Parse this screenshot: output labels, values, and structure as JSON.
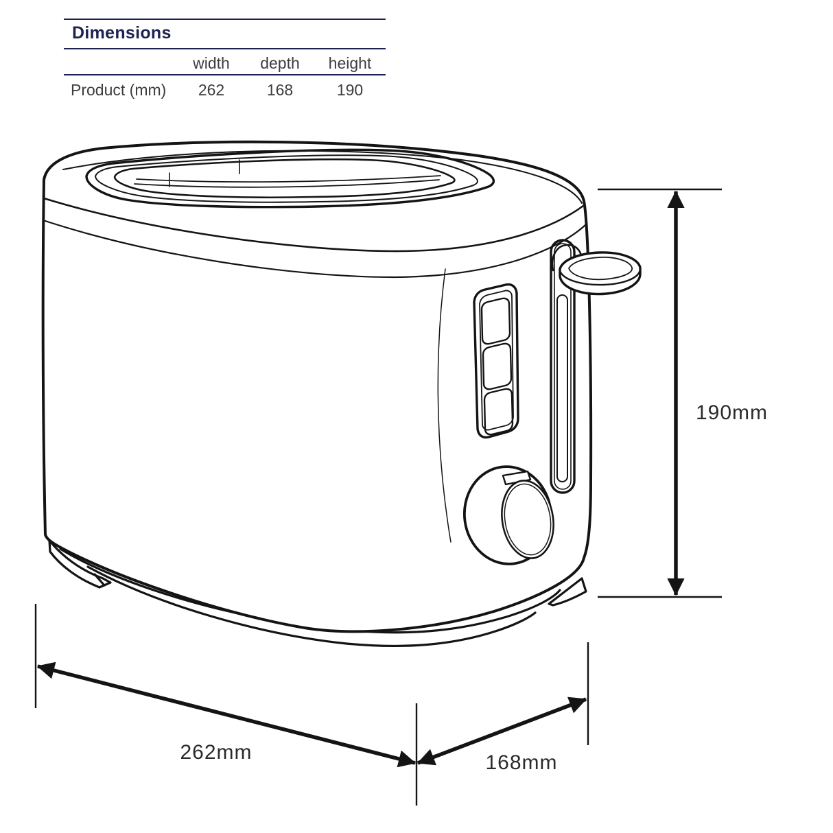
{
  "meta": {
    "description": "Product dimensions page: line drawing of a two-slice toaster with dimension arrows and a specification table"
  },
  "colors": {
    "accent_navy": "#1c2251",
    "ink": "#141414",
    "body_text": "#3d3d3d",
    "background": "#ffffff"
  },
  "dimensions_table": {
    "title": "Dimensions",
    "columns": [
      "width",
      "depth",
      "height"
    ],
    "row_label": "Product (mm)",
    "values": {
      "width": "262",
      "depth": "168",
      "height": "190"
    }
  },
  "dimension_annotations": {
    "height": "190mm",
    "width": "262mm",
    "depth": "168mm"
  },
  "drawing": {
    "subject": "2-slice toaster, three-quarter perspective line drawing with browning dial, 3-button panel and lever"
  }
}
